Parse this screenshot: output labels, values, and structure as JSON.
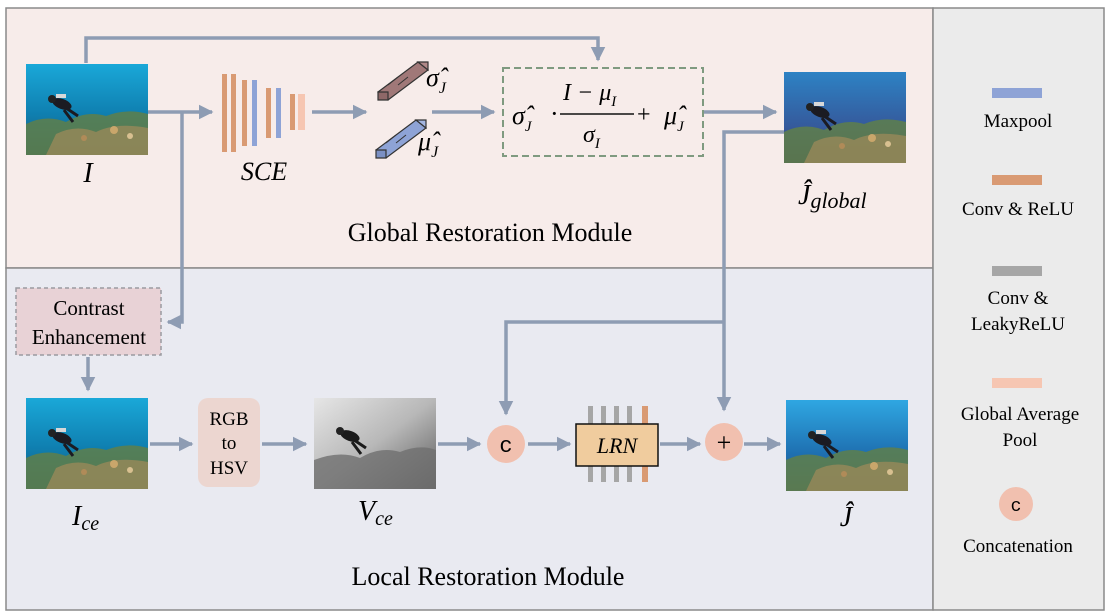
{
  "colors": {
    "global_bg": "#f7ecea",
    "local_bg": "#e9eaf1",
    "legend_bg": "#ebebeb",
    "border": "#8a8a8a",
    "arrow": "#8e9cb3",
    "maxpool": "#8ea3d6",
    "conv_relu": "#d99a73",
    "conv_leaky": "#a6a6a6",
    "gap": "#f6c6b2",
    "circle": "#f1c0af",
    "lrn_fill": "#f0cc9e",
    "contrast_fill": "#e8d2d6",
    "hsv_fill": "#ecd6d0"
  },
  "global_module": {
    "title": "Global Restoration Module",
    "input_label": "I",
    "sce_label": "SCE",
    "sigma_label": "σ̂",
    "sigma_sub": "J",
    "mu_label": "μ̂",
    "mu_sub": "J",
    "formula": {
      "sigma": "σ̂",
      "sigma_sub": "J",
      "dot": "·",
      "numerator": "I − μ",
      "numerator_sub": "I",
      "denominator": "σ",
      "denominator_sub": "I",
      "plus": "+",
      "mu": "μ̂",
      "mu_sub": "J"
    },
    "output_label": "Ĵ",
    "output_sub": "global"
  },
  "local_module": {
    "title": "Local Restoration Module",
    "contrast_line1": "Contrast",
    "contrast_line2": "Enhancement",
    "ice_label": "I",
    "ice_sub": "ce",
    "hsv_line1": "RGB",
    "hsv_line2": "to",
    "hsv_line3": "HSV",
    "vce_label": "V",
    "vce_sub": "ce",
    "concat_symbol": "c",
    "lrn_label": "LRN",
    "add_symbol": "+",
    "output_label": "Ĵ"
  },
  "legend": {
    "maxpool": "Maxpool",
    "conv_relu": "Conv & ReLU",
    "conv_leaky_line1": "Conv &",
    "conv_leaky_line2": "LeakyReLU",
    "gap_line1": "Global Average",
    "gap_line2": "Pool",
    "concat_symbol": "c",
    "concat": "Concatenation"
  }
}
